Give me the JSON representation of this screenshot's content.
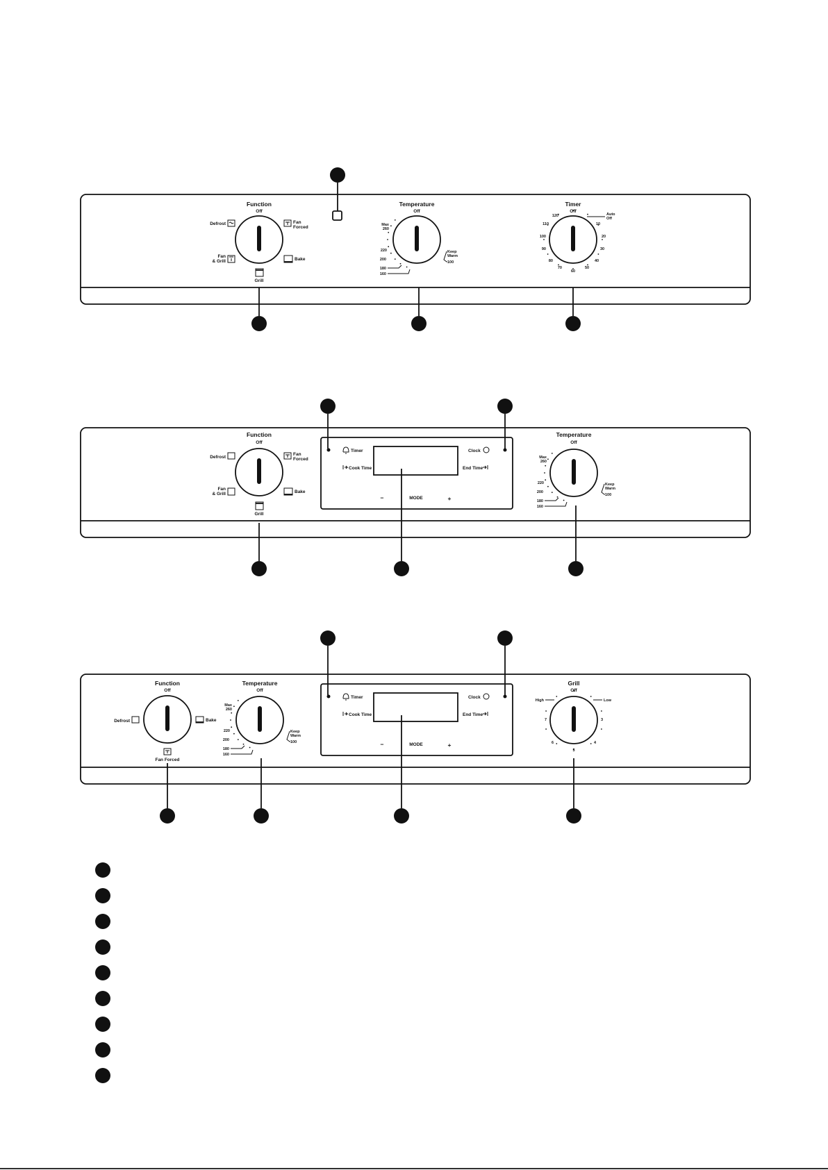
{
  "panel1": {
    "function": {
      "title": "Function",
      "off": "Off",
      "defrost": "Defrost",
      "fan_forced_1": "Fan",
      "fan_forced_2": "Forced",
      "fan_grill_1": "Fan",
      "fan_grill_2": "& Grill",
      "bake": "Bake",
      "grill": "Grill"
    },
    "temperature": {
      "title": "Temperature",
      "off": "Off",
      "max_1": "Max",
      "max_2": "260",
      "t220": "220",
      "t200": "200",
      "t180": "180",
      "t160": "160",
      "keep_1": "Keep",
      "keep_2": "Warm",
      "t100": "100"
    },
    "timer": {
      "title": "Timer",
      "off": "Off",
      "auto_1": "Auto",
      "auto_2": "Off",
      "m120": "120",
      "m110": "110",
      "m100": "100",
      "m90": "90",
      "m80": "80",
      "m70": "70",
      "m60": "60",
      "m50": "50",
      "m40": "40",
      "m30": "30",
      "m20": "20",
      "m10": "10"
    }
  },
  "panel2": {
    "function": {
      "title": "Function",
      "off": "Off",
      "defrost": "Defrost",
      "fan_forced_1": "Fan",
      "fan_forced_2": "Forced",
      "fan_grill_1": "Fan",
      "fan_grill_2": "& Grill",
      "bake": "Bake",
      "grill": "Grill"
    },
    "display": {
      "timer": "Timer",
      "clock": "Clock",
      "cook_time": "Cook Time",
      "end_time": "End Time",
      "minus": "−",
      "mode": "MODE",
      "plus": "+"
    },
    "temperature": {
      "title": "Temperature",
      "off": "Off",
      "max_1": "Max",
      "max_2": "260",
      "t220": "220",
      "t200": "200",
      "t180": "180",
      "t160": "160",
      "keep_1": "Keep",
      "keep_2": "Warm",
      "t100": "100"
    }
  },
  "panel3": {
    "function": {
      "title": "Function",
      "off": "Off",
      "defrost": "Defrost",
      "bake": "Bake",
      "fan_forced": "Fan Forced"
    },
    "temperature": {
      "title": "Temperature",
      "off": "Off",
      "max_1": "Max",
      "max_2": "260",
      "t220": "220",
      "t200": "200",
      "t180": "180",
      "t160": "160",
      "keep_1": "Keep",
      "keep_2": "Warm",
      "t100": "100"
    },
    "display": {
      "timer": "Timer",
      "clock": "Clock",
      "cook_time": "Cook Time",
      "end_time": "End Time",
      "minus": "−",
      "mode": "MODE",
      "plus": "+"
    },
    "grill": {
      "title": "Grill",
      "off": "Off",
      "high": "High",
      "low": "Low",
      "g7": "7",
      "g6": "6",
      "g5": "5",
      "g4": "4",
      "g3": "3"
    }
  },
  "legend": {
    "count": 9
  }
}
